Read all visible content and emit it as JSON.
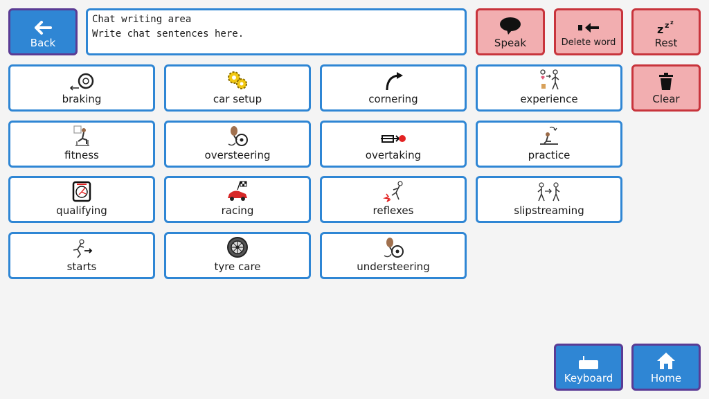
{
  "top": {
    "back": "Back",
    "chat_title": "Chat writing area",
    "chat_placeholder": "Write chat sentences here.",
    "speak": "Speak",
    "delete_word": "Delete word",
    "rest": "Rest",
    "clear": "Clear"
  },
  "grid": {
    "braking": "braking",
    "car_setup": "car setup",
    "cornering": "cornering",
    "experience": "experience",
    "fitness": "fitness",
    "oversteering": "oversteering",
    "overtaking": "overtaking",
    "practice": "practice",
    "qualifying": "qualifying",
    "racing": "racing",
    "reflexes": "reflexes",
    "slipstreaming": "slipstreaming",
    "starts": "starts",
    "tyre_care": "tyre care",
    "understeering": "understeering"
  },
  "bottom": {
    "keyboard": "Keyboard",
    "home": "Home"
  },
  "colors": {
    "cell_border": "#2f86d4",
    "action_fill": "#f2aeb0",
    "action_border": "#c8343c",
    "nav_fill": "#2f86d4",
    "nav_border": "#5a3b94"
  }
}
